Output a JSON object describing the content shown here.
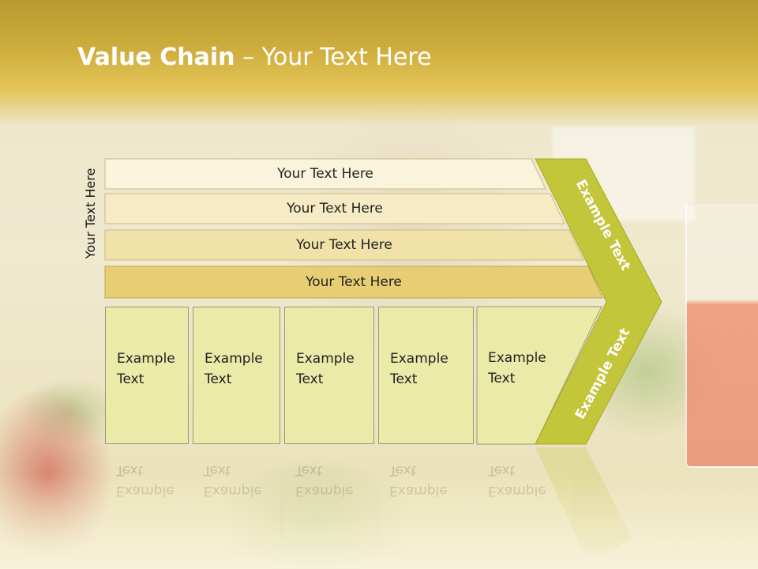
{
  "slide": {
    "title_bold": "Value Chain",
    "title_rest": " – Your Text Here",
    "side_label": "Your Text Here",
    "bands": [
      {
        "label": "Your Text Here"
      },
      {
        "label": "Your Text Here"
      },
      {
        "label": "Your Text Here"
      },
      {
        "label": "Your Text Here"
      }
    ],
    "boxes": [
      {
        "line1": "Example",
        "line2": "Text"
      },
      {
        "line1": "Example",
        "line2": "Text"
      },
      {
        "line1": "Example",
        "line2": "Text"
      },
      {
        "line1": "Example",
        "line2": "Text"
      },
      {
        "line1": "Example",
        "line2": "Text"
      }
    ],
    "chevron_upper": "Example Text",
    "chevron_lower": "Example Text",
    "colors": {
      "header": "#cfae3e",
      "chevron": "#c3c53a",
      "box": "#eaeaa9"
    }
  }
}
